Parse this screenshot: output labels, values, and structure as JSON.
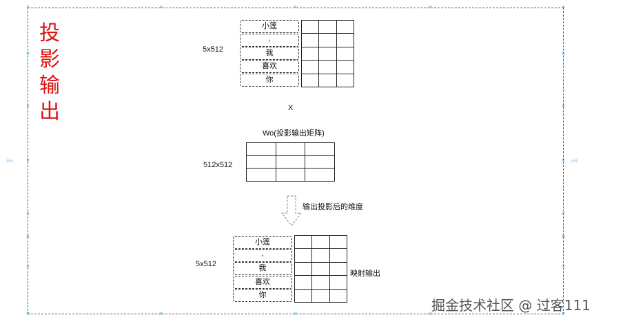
{
  "title": [
    "投",
    "影",
    "输",
    "出"
  ],
  "top": {
    "dim_label": "5x512",
    "tokens": [
      "小莲",
      ",",
      "我",
      "喜欢",
      "你"
    ]
  },
  "multiply_sign": "X",
  "weight": {
    "caption": "Wo(投影输出矩阵)",
    "dim_label": "512x512"
  },
  "arrow_label": "输出投影后的维度",
  "bottom": {
    "dim_label": "5x512",
    "tokens": [
      "小莲",
      ",",
      "我",
      "喜欢",
      "你"
    ],
    "output_label": "映射输出"
  },
  "watermark": "掘金技术社区 @ 过客111",
  "colors": {
    "title": "#e01010",
    "selection": "#3aa0e0",
    "border": "#555555"
  }
}
